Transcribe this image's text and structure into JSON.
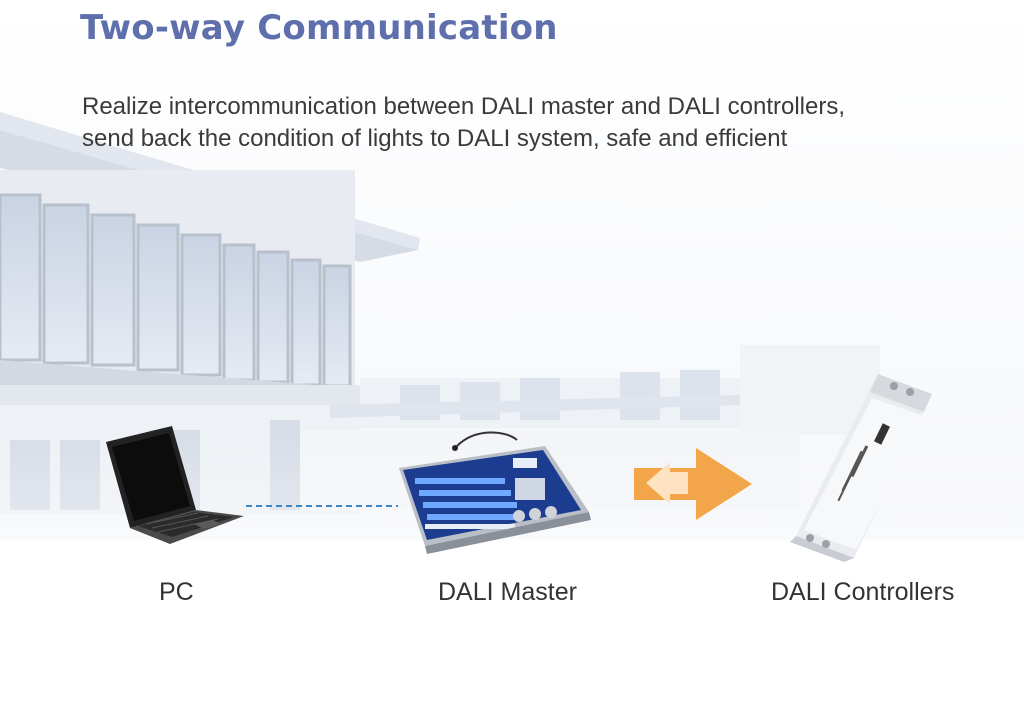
{
  "header": {
    "title": "Two-way Communication",
    "description_lines": [
      "Realize intercommunication between DALI master and DALI controllers,",
      "send back the condition of lights to DALI system, safe and efficient"
    ]
  },
  "diagram": {
    "nodes": [
      {
        "id": "pc",
        "label": "PC",
        "icon": "laptop-icon"
      },
      {
        "id": "master",
        "label": "DALI Master",
        "icon": "dali-console-icon"
      },
      {
        "id": "controllers",
        "label": "DALI Controllers",
        "icon": "dali-controller-icon"
      }
    ],
    "links": [
      {
        "from": "pc",
        "to": "master",
        "style": "dashed"
      },
      {
        "from": "master",
        "to": "controllers",
        "style": "bidirectional-arrow"
      }
    ]
  },
  "colors": {
    "title": "#5e6fac",
    "dashed_link": "#3a86c8",
    "arrow_light": "#fbd7a6",
    "arrow_dark": "#f3a54a"
  }
}
